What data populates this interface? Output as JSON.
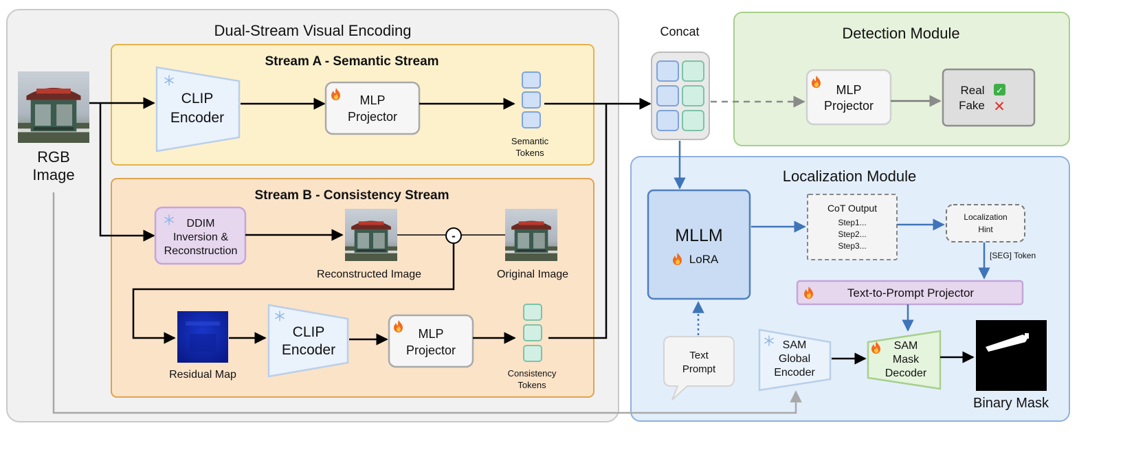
{
  "diagram": {
    "dual_stream_title": "Dual-Stream Visual Encoding",
    "stream_a_title": "Stream A - Semantic Stream",
    "stream_b_title": "Stream B - Consistency Stream",
    "concat_label": "Concat",
    "detection_title": "Detection Module",
    "localization_title": "Localization Module",
    "input": {
      "line1": "RGB",
      "line2": "Image"
    },
    "clip_a": {
      "line1": "CLIP",
      "line2": "Encoder"
    },
    "mlp_a": {
      "line1": "MLP",
      "line2": "Projector"
    },
    "semantic_tokens": {
      "line1": "Semantic",
      "line2": "Tokens"
    },
    "ddim": {
      "line1": "DDIM",
      "line2": "Inversion &",
      "line3": "Reconstruction"
    },
    "reconstructed_label": "Reconstructed Image",
    "original_label": "Original Image",
    "minus_symbol": "-",
    "residual_label": "Residual Map",
    "clip_b": {
      "line1": "CLIP",
      "line2": "Encoder"
    },
    "mlp_b": {
      "line1": "MLP",
      "line2": "Projector"
    },
    "consistency_tokens": {
      "line1": "Consistency",
      "line2": "Tokens"
    },
    "mlp_det": {
      "line1": "MLP",
      "line2": "Projector"
    },
    "result": {
      "real": "Real",
      "fake": "Fake",
      "check": "✅",
      "cross": "❌"
    },
    "mllm": {
      "title": "MLLM",
      "lora": "LoRA"
    },
    "cot": {
      "title": "CoT Output",
      "step1": "Step1...",
      "step2": "Step2...",
      "step3": "Step3..."
    },
    "hint": {
      "line1": "Localization",
      "line2": "Hint"
    },
    "seg_token": "[SEG] Token",
    "t2p": "Text-to-Prompt Projector",
    "text_prompt": {
      "line1": "Text",
      "line2": "Prompt"
    },
    "sam_encoder": {
      "line1": "SAM",
      "line2": "Global",
      "line3": "Encoder"
    },
    "sam_decoder": {
      "line1": "SAM",
      "line2": "Mask",
      "line3": "Decoder"
    },
    "binary_mask_label": "Binary Mask"
  },
  "colors": {
    "stream_a_fill": "#fdf1cc",
    "stream_a_border": "#e2b34a",
    "stream_b_fill": "#fbe3c8",
    "stream_b_border": "#e0a24d",
    "detection_fill": "#e6f2dc",
    "detection_border": "#a7d08c",
    "localization_fill": "#e3eefb",
    "localization_border": "#8fb0dd",
    "arrow_blue": "#3f74b8",
    "token_blue": "#cfe0f7",
    "token_green": "#d2efe3"
  }
}
